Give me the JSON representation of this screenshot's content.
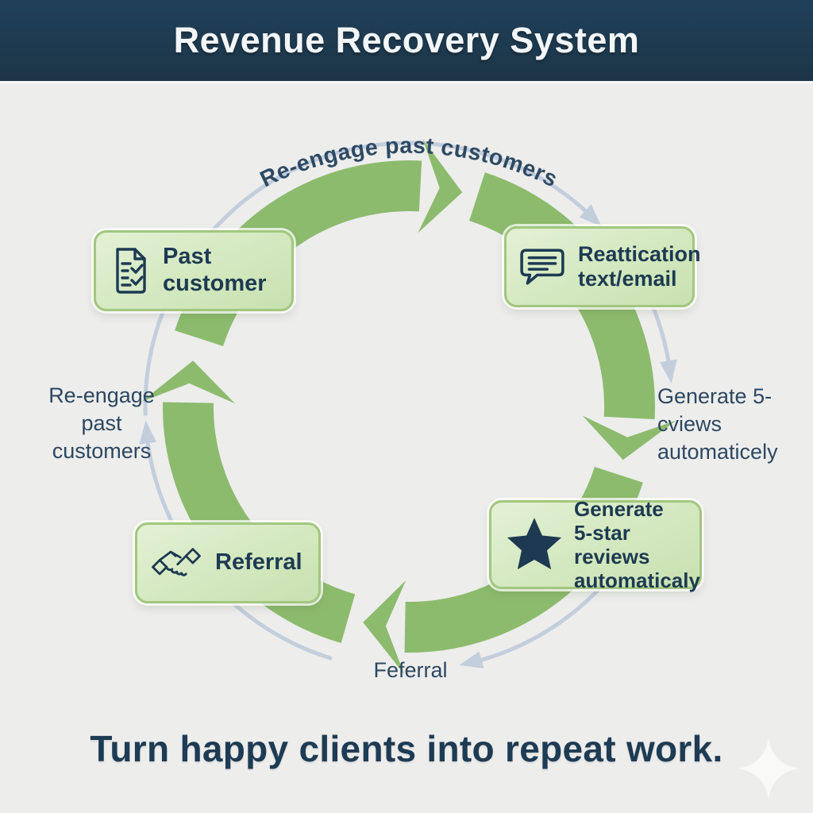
{
  "header": {
    "title": "Revenue Recovery System"
  },
  "cycle": {
    "top_label": "Re-engage past customers",
    "right_label_line1": "Generate 5-cviews",
    "right_label_line2": "automaticely",
    "left_label_line1": "Re-engage past",
    "left_label_line2": "customers",
    "bottom_label": "Feferral",
    "nodes": [
      {
        "id": "past-customer",
        "label": "Past customer",
        "icon": "document-check-icon"
      },
      {
        "id": "reactivation",
        "label_line1": "Reattication",
        "label_line2": "text/email",
        "icon": "chat-bubble-icon"
      },
      {
        "id": "reviews",
        "label_line1": "Generate",
        "label_line2": "5-star reviews",
        "label_line3": "automaticaly",
        "icon": "star-icon"
      },
      {
        "id": "referral",
        "label": "Referral",
        "icon": "handshake-icon"
      }
    ]
  },
  "footer": {
    "tagline": "Turn happy clients into repeat work."
  },
  "colors": {
    "header_bg": "#1e394d",
    "accent_green": "#8dbb6e",
    "node_fill": "#d3e8bf",
    "node_border": "#a2c77e",
    "ring_gray": "#c3cedd",
    "text_navy": "#1d3a52",
    "background": "#ededec"
  }
}
